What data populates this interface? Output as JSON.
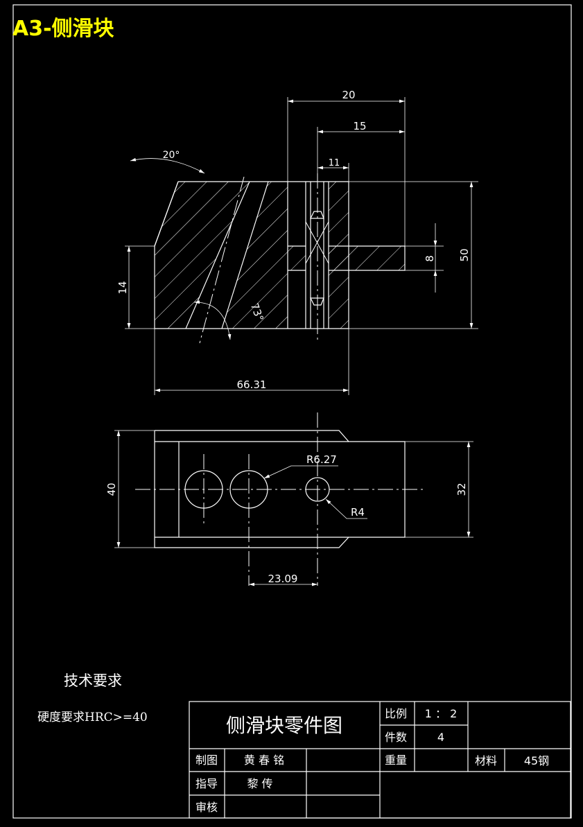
{
  "sheet_title": "A3-侧滑块",
  "front_view": {
    "dims": {
      "width_top": "20",
      "width_mid": "15",
      "width_small": "11",
      "angle_top": "20°",
      "angle_inner": "73°",
      "height_left": "14",
      "height_right_small": "8",
      "height_total": "50",
      "length_bottom": "66.31"
    }
  },
  "top_view": {
    "dims": {
      "width_left": "40",
      "width_right": "32",
      "radius_large": "R6.27",
      "radius_small": "R4",
      "distance_bottom": "23.09"
    }
  },
  "tech_requirements": {
    "heading": "技术要求",
    "items": [
      "硬度要求HRC>=40"
    ]
  },
  "title_block": {
    "drawing_name": "侧滑块零件图",
    "scale_label": "比例",
    "scale_value": "1 ： 2",
    "qty_label": "件数",
    "qty_value": "4",
    "weight_label": "重量",
    "weight_value": "",
    "material_label": "材料",
    "material_value": "45钢",
    "drawn_label": "制图",
    "drawn_value": "黄 春 铭",
    "guide_label": "指导",
    "guide_value": "黎 传",
    "check_label": "审核",
    "check_value": ""
  }
}
